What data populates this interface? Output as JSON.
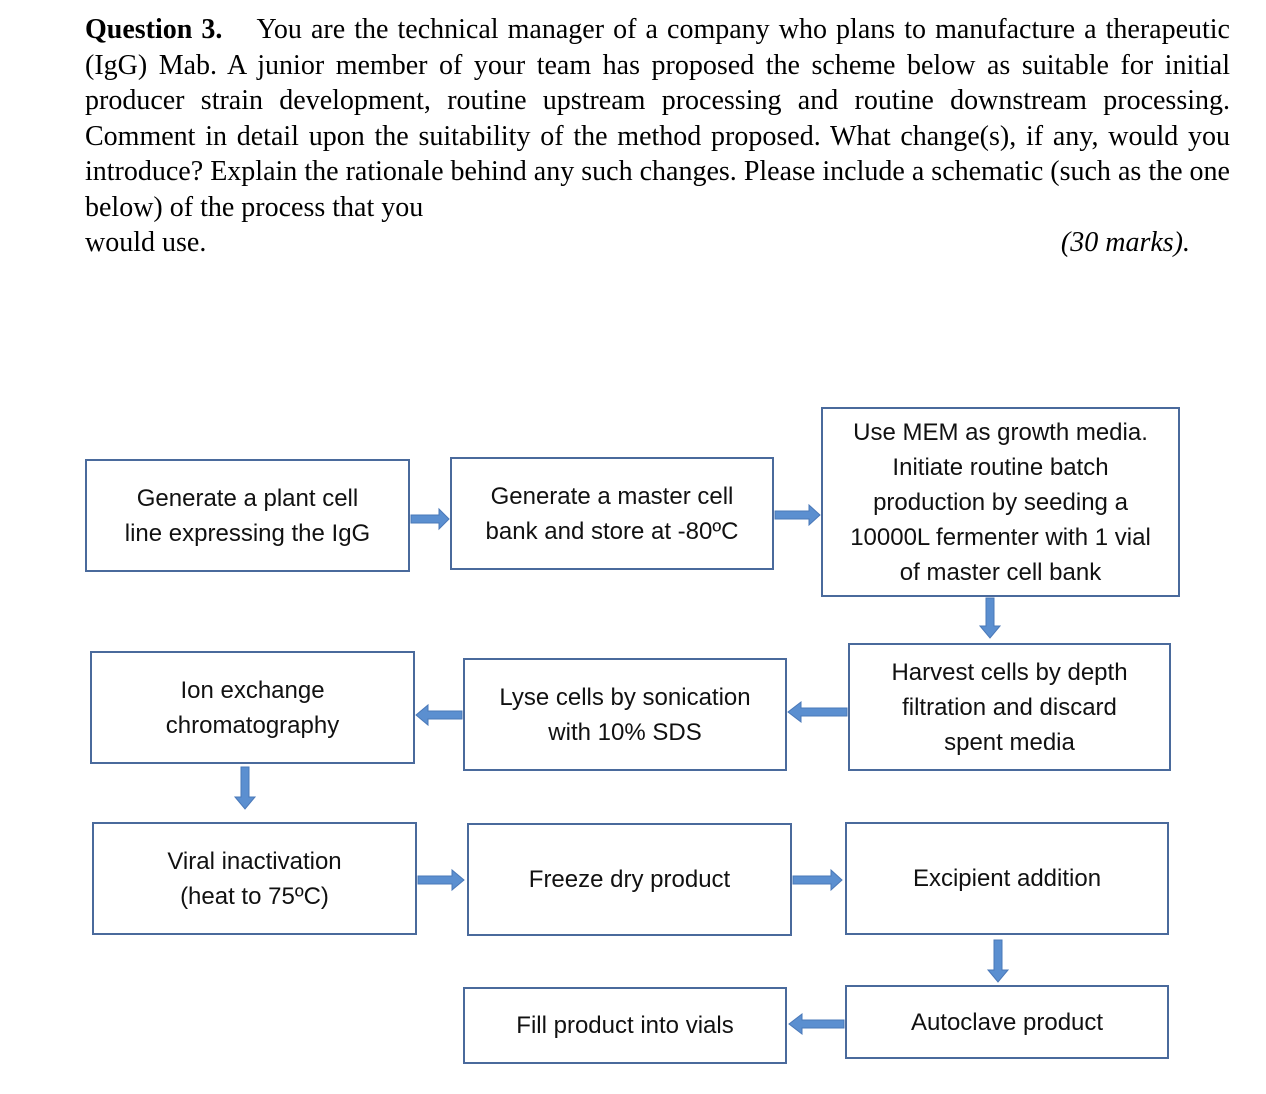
{
  "question": {
    "label": "Question 3.",
    "text": "You are the technical manager of a company who plans to manufacture a therapeutic (IgG) Mab. A junior member of your team has proposed the scheme below as suitable for initial producer strain development, routine upstream processing and routine downstream processing. Comment in detail upon the suitability of the method proposed. What change(s), if any, would you introduce? Explain the rationale behind any such changes. Please include a schematic (such as the one below) of the process that you",
    "last_line": "would use.",
    "marks": "(30 marks)."
  },
  "diagram": {
    "boxes": [
      "Generate a plant cell\nline expressing the  IgG",
      "Generate a master cell\nbank and store at -80ºC",
      "Use MEM as growth media.\nInitiate routine batch\nproduction by seeding a\n10000L fermenter with 1 vial\nof master cell bank",
      "Harvest cells by depth\nfiltration and discard\nspent media",
      "Lyse cells by sonication\nwith 10% SDS",
      "Ion exchange\nchromatography",
      "Viral inactivation\n(heat to 75ºC)",
      "Freeze dry product",
      "Excipient addition",
      "Autoclave product",
      "Fill product into vials"
    ],
    "border_color": "#4a6a9c",
    "arrow_color": "#5b8fd0"
  }
}
